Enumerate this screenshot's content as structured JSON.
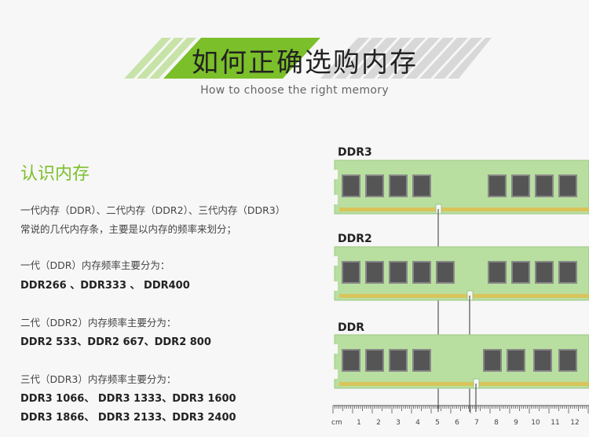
{
  "header": {
    "title": "如何正确选购内存",
    "subtitle": "How to choose the right memory"
  },
  "section": {
    "title": "认识内存",
    "intro_line1": "一代内存（DDR）、二代内存（DDR2）、三代内存（DDR3）",
    "intro_line2": "常说的几代内存条，主要是以内存的频率来划分；",
    "ddr_heading": "一代（DDR）内存频率主要分为：",
    "ddr_values": "DDR266 、DDR333 、 DDR400",
    "ddr2_heading": "二代（DDR2）内存频率主要分为：",
    "ddr2_values": "DDR2 533、DDR2 667、DDR2 800",
    "ddr3_heading": "三代（DDR3）内存频率主要分为：",
    "ddr3_values_line1": "DDR3 1066、 DDR3 1333、DDR3 1600",
    "ddr3_values_line2": "DDR3 1866、 DDR3 2133、DDR3 2400"
  },
  "diagram": {
    "modules": [
      "DDR3",
      "DDR2",
      "DDR"
    ],
    "ruler_unit": "cm",
    "ruler_numbers": [
      "1",
      "2",
      "3",
      "4",
      "5",
      "6",
      "7",
      "8",
      "9",
      "10",
      "11",
      "12"
    ],
    "colors": {
      "accent_green": "#7bbf2a",
      "pcb_green": "#b9dfa0",
      "chip": "#555555",
      "gold": "#d9c45a"
    }
  }
}
